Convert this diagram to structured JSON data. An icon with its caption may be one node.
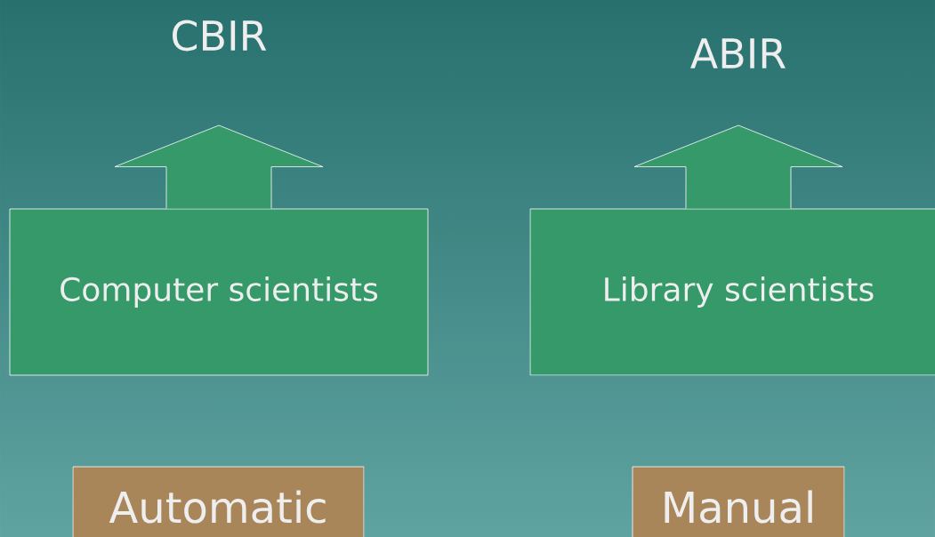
{
  "diagram": {
    "nodes": [
      {
        "text": [
          "CBIR"
        ]
      },
      {
        "text": [
          "ABIR"
        ]
      },
      {
        "text": [
          "Computer scientists"
        ]
      },
      {
        "text": [
          "Library scientists"
        ]
      },
      {
        "text": [
          "Automatic"
        ]
      },
      {
        "text": [
          "Manual"
        ]
      }
    ],
    "edges": [
      {
        "from": 2,
        "to": 0,
        "arrow": "to"
      },
      {
        "from": 3,
        "to": 1,
        "arrow": "to"
      }
    ]
  }
}
